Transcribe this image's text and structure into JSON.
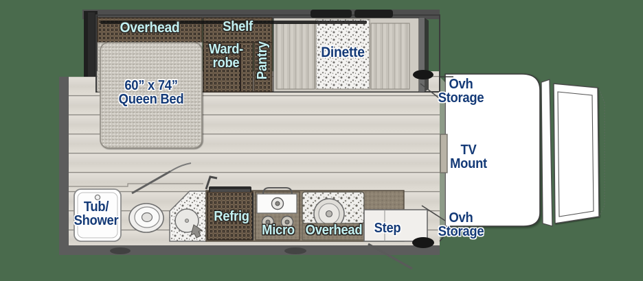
{
  "meta": {
    "title": "RV Floorplan",
    "background_color": "#4a6b4d",
    "label_cyan": "#c3f1f2",
    "label_navy": "#143a77",
    "cabinet_brown": "#6b5b4a",
    "floor_wood": "#d8d4cd",
    "wall_gray": "#5a5a5a",
    "cab_white": "#ffffff"
  },
  "labels": {
    "overhead_bed": "Overhead",
    "shelf": "Shelf",
    "wardrobe": "Ward-\nrobe",
    "pantry": "Pantry",
    "dinette": "Dinette",
    "queen_bed": "60” x 74”\nQueen Bed",
    "ovh_storage_top": "Ovh\nStorage",
    "tv_mount": "TV\nMount",
    "ovh_storage_bottom": "Ovh\nStorage",
    "tub_shower": "Tub/\nShower",
    "refrig": "Refrig",
    "micro": "Micro",
    "overhead_kitchen": "Overhead",
    "step": "Step"
  },
  "rooms": [
    {
      "name": "overhead-bed-cabinet",
      "label_key": "overhead_bed",
      "style": "cyan"
    },
    {
      "name": "shelf-cabinet",
      "label_key": "shelf",
      "style": "cyan"
    },
    {
      "name": "wardrobe",
      "label_key": "wardrobe",
      "style": "cyan"
    },
    {
      "name": "pantry",
      "label_key": "pantry",
      "style": "cyan"
    },
    {
      "name": "dinette",
      "label_key": "dinette",
      "style": "navy"
    },
    {
      "name": "queen-bed",
      "label_key": "queen_bed",
      "style": "navy"
    },
    {
      "name": "overhead-storage-front",
      "label_key": "ovh_storage_top",
      "style": "navy"
    },
    {
      "name": "tv-mount",
      "label_key": "tv_mount",
      "style": "navy"
    },
    {
      "name": "overhead-storage-rear",
      "label_key": "ovh_storage_bottom",
      "style": "navy"
    },
    {
      "name": "tub-shower",
      "label_key": "tub_shower",
      "style": "navy"
    },
    {
      "name": "refrigerator",
      "label_key": "refrig",
      "style": "cyan"
    },
    {
      "name": "microwave-cooktop",
      "label_key": "micro",
      "style": "cyan"
    },
    {
      "name": "overhead-kitchen",
      "label_key": "overhead_kitchen",
      "style": "cyan"
    },
    {
      "name": "entry-step",
      "label_key": "step",
      "style": "navy"
    }
  ],
  "fixtures": [
    {
      "name": "toilet"
    },
    {
      "name": "bathroom-sink"
    },
    {
      "name": "kitchen-sink"
    },
    {
      "name": "cooktop-burners"
    },
    {
      "name": "front-wheel"
    },
    {
      "name": "rear-wheel"
    }
  ]
}
